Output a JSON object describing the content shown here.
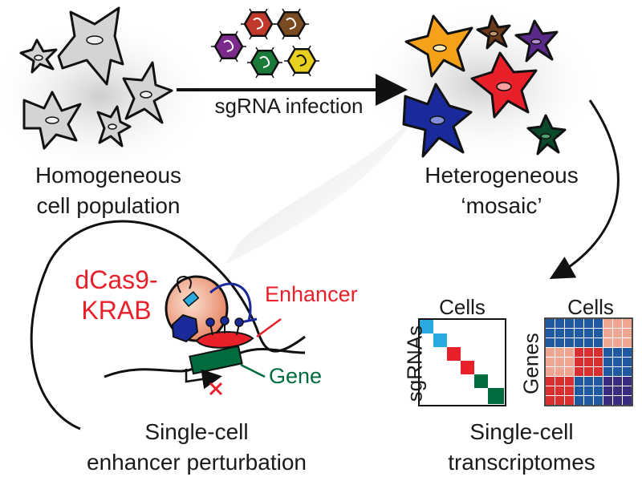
{
  "labels": {
    "infection": "sgRNA infection",
    "homogeneous_line1": "Homogeneous",
    "homogeneous_line2": "cell population",
    "heterogeneous_line1": "Heterogeneous",
    "heterogeneous_line2": "‘mosaic’",
    "dcas9_line1": "dCas9-",
    "dcas9_line2": "KRAB",
    "enhancer": "Enhancer",
    "gene": "Gene",
    "perturbation_line1": "Single-cell",
    "perturbation_line2": "enhancer perturbation",
    "transcriptomes_line1": "Single-cell",
    "transcriptomes_line2": "transcriptomes",
    "matrix1_top": "Cells",
    "matrix1_side": "sgRNAs",
    "matrix2_top": "Cells",
    "matrix2_side": "Genes"
  },
  "colors": {
    "text": "#1a1a1a",
    "accent_red": "#e8202a",
    "gene_green": "#006b3c",
    "virus_colors": [
      "#7b2a8c",
      "#c0392b",
      "#7a4a20",
      "#1a7a3a",
      "#e8d020"
    ],
    "mosaic_cells": [
      "#f5a21a",
      "#6b3a1a",
      "#5a2a8a",
      "#e8202a",
      "#1a2a9a",
      "#0a4a2a"
    ],
    "sgrna_blocks": [
      "#29abe2",
      "#29abe2",
      "#e8202a",
      "#e8202a",
      "#006b3c",
      "#006b3c"
    ],
    "heatmap": [
      "#1f5aa0",
      "#f0a590",
      "#d83030",
      "#3a2a80"
    ]
  }
}
